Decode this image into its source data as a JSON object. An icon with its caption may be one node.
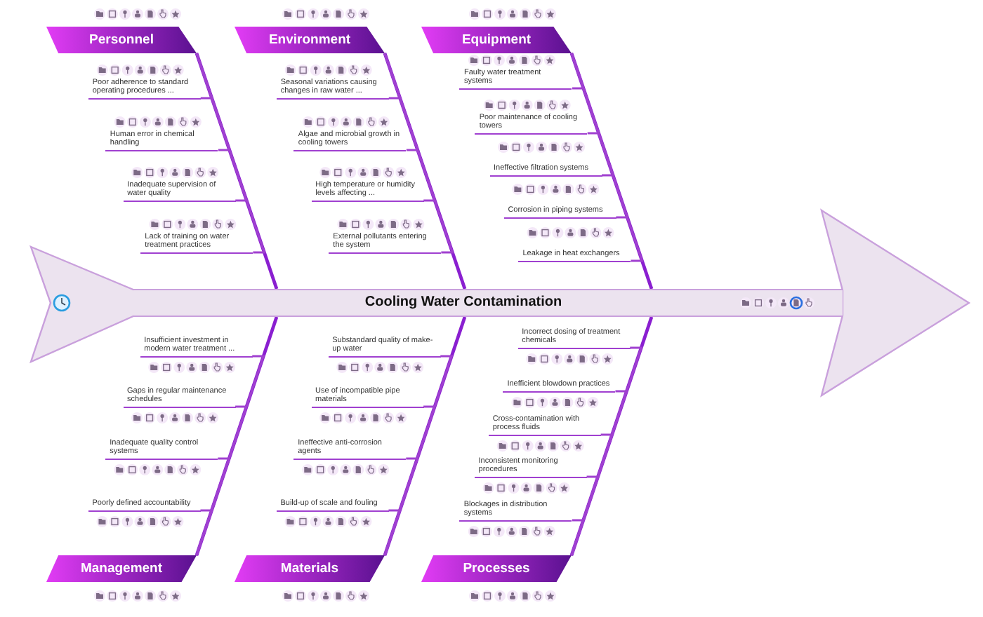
{
  "diagram": {
    "nodes": [
      {
        "text": [
          "Cooling Water Contamination"
        ]
      },
      {
        "text": [
          "Personnel"
        ]
      },
      {
        "text": [
          "Poor adherence to standard operating procedures ..."
        ]
      },
      {
        "text": [
          "Human error in chemical handling"
        ]
      },
      {
        "text": [
          "Inadequate supervision of water quality"
        ]
      },
      {
        "text": [
          "Lack of training on water treatment practices"
        ]
      },
      {
        "text": [
          "Environment"
        ]
      },
      {
        "text": [
          "Seasonal variations causing changes in raw water ..."
        ]
      },
      {
        "text": [
          "Algae and microbial growth in cooling towers"
        ]
      },
      {
        "text": [
          "High temperature or humidity levels affecting ..."
        ]
      },
      {
        "text": [
          "External pollutants entering the system"
        ]
      },
      {
        "text": [
          "Equipment"
        ]
      },
      {
        "text": [
          "Faulty water treatment systems"
        ]
      },
      {
        "text": [
          "Poor maintenance of cooling towers"
        ]
      },
      {
        "text": [
          "Ineffective filtration systems"
        ]
      },
      {
        "text": [
          "Corrosion in piping systems"
        ]
      },
      {
        "text": [
          "Leakage in heat exchangers"
        ]
      },
      {
        "text": [
          "Management"
        ]
      },
      {
        "text": [
          "Insufficient investment in modern water treatment ..."
        ]
      },
      {
        "text": [
          "Gaps in regular maintenance schedules"
        ]
      },
      {
        "text": [
          "Inadequate quality control systems"
        ]
      },
      {
        "text": [
          "Poorly defined accountability"
        ]
      },
      {
        "text": [
          "Materials"
        ]
      },
      {
        "text": [
          "Substandard quality of make-up water"
        ]
      },
      {
        "text": [
          "Use of incompatible pipe materials"
        ]
      },
      {
        "text": [
          "Ineffective anti-corrosion agents"
        ]
      },
      {
        "text": [
          "Build-up of scale and fouling"
        ]
      },
      {
        "text": [
          "Processes"
        ]
      },
      {
        "text": [
          "Incorrect dosing of treatment chemicals"
        ]
      },
      {
        "text": [
          "Inefficient blowdown practices"
        ]
      },
      {
        "text": [
          "Cross-contamination with process fluids"
        ]
      },
      {
        "text": [
          "Inconsistent monitoring procedures"
        ]
      },
      {
        "text": [
          "Blockages in distribution systems"
        ]
      }
    ],
    "edges": [
      {
        "from": 1,
        "to": 0,
        "arrow": "none"
      },
      {
        "from": 2,
        "to": 1,
        "arrow": "none"
      },
      {
        "from": 3,
        "to": 1,
        "arrow": "none"
      },
      {
        "from": 4,
        "to": 1,
        "arrow": "none"
      },
      {
        "from": 5,
        "to": 1,
        "arrow": "none"
      },
      {
        "from": 6,
        "to": 0,
        "arrow": "none"
      },
      {
        "from": 7,
        "to": 6,
        "arrow": "none"
      },
      {
        "from": 8,
        "to": 6,
        "arrow": "none"
      },
      {
        "from": 9,
        "to": 6,
        "arrow": "none"
      },
      {
        "from": 10,
        "to": 6,
        "arrow": "none"
      },
      {
        "from": 11,
        "to": 0,
        "arrow": "none"
      },
      {
        "from": 12,
        "to": 11,
        "arrow": "none"
      },
      {
        "from": 13,
        "to": 11,
        "arrow": "none"
      },
      {
        "from": 14,
        "to": 11,
        "arrow": "none"
      },
      {
        "from": 15,
        "to": 11,
        "arrow": "none"
      },
      {
        "from": 16,
        "to": 11,
        "arrow": "none"
      },
      {
        "from": 17,
        "to": 0,
        "arrow": "none"
      },
      {
        "from": 18,
        "to": 17,
        "arrow": "none"
      },
      {
        "from": 19,
        "to": 17,
        "arrow": "none"
      },
      {
        "from": 20,
        "to": 17,
        "arrow": "none"
      },
      {
        "from": 21,
        "to": 17,
        "arrow": "none"
      },
      {
        "from": 22,
        "to": 0,
        "arrow": "none"
      },
      {
        "from": 23,
        "to": 22,
        "arrow": "none"
      },
      {
        "from": 24,
        "to": 22,
        "arrow": "none"
      },
      {
        "from": 25,
        "to": 22,
        "arrow": "none"
      },
      {
        "from": 26,
        "to": 22,
        "arrow": "none"
      },
      {
        "from": 27,
        "to": 0,
        "arrow": "none"
      },
      {
        "from": 28,
        "to": 27,
        "arrow": "none"
      },
      {
        "from": 29,
        "to": 27,
        "arrow": "none"
      },
      {
        "from": 30,
        "to": 27,
        "arrow": "none"
      },
      {
        "from": 31,
        "to": 27,
        "arrow": "none"
      },
      {
        "from": 32,
        "to": 27,
        "arrow": "none"
      }
    ]
  }
}
